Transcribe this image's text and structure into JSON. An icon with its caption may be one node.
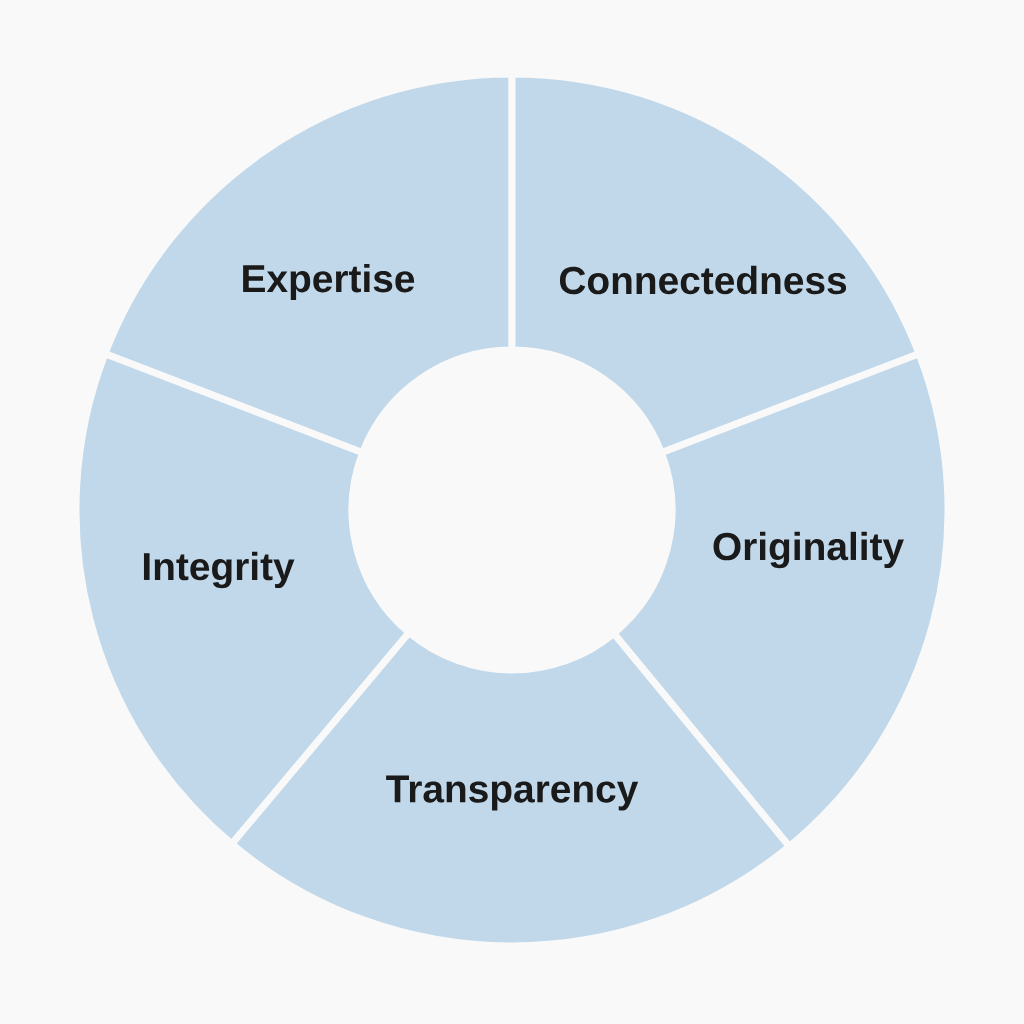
{
  "diagram": {
    "nodes": [
      {
        "text": [
          "Expertise"
        ]
      },
      {
        "text": [
          "Connectedness"
        ]
      },
      {
        "text": [
          "Integrity"
        ]
      },
      {
        "text": [
          "Originality"
        ]
      },
      {
        "text": [
          "Transparency"
        ]
      }
    ]
  }
}
